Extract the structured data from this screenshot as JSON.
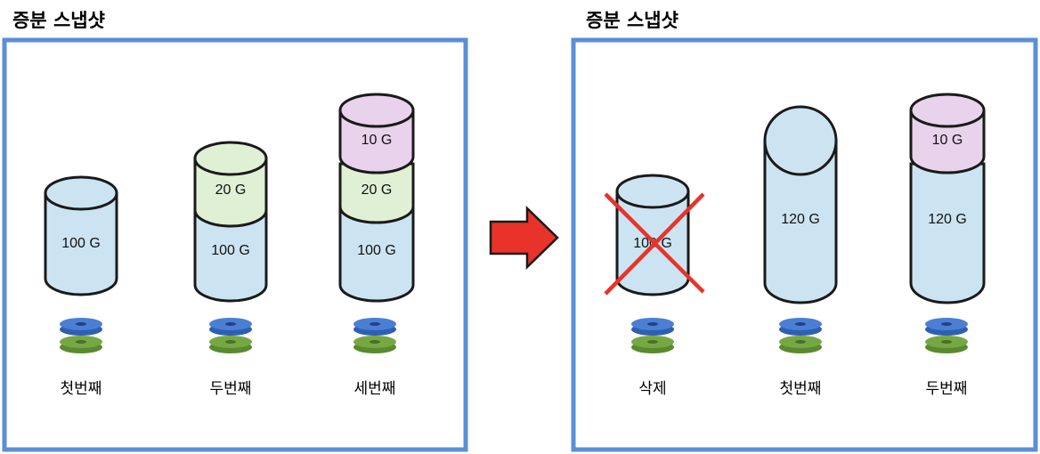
{
  "colors": {
    "frame": "#5b8fd6",
    "base_fill": "#cce4f2",
    "green_fill": "#dff0d5",
    "pink_fill": "#e9d2ec",
    "outline": "#1a1a1a",
    "arrow": "#e8332a",
    "cross": "#e8332a",
    "disk_blue": "#4a7fd4",
    "disk_green": "#75a843"
  },
  "left_panel": {
    "title": "증분 스냅샷",
    "snapshots": [
      {
        "caption": "첫번째",
        "segments": [
          "100 G"
        ]
      },
      {
        "caption": "두번째",
        "segments": [
          "100 G",
          "20 G"
        ]
      },
      {
        "caption": "세번째",
        "segments": [
          "100 G",
          "20 G",
          "10 G"
        ]
      }
    ]
  },
  "arrow_icon": "right-arrow-icon",
  "right_panel": {
    "title": "증분 스냅샷",
    "snapshots": [
      {
        "caption": "삭제",
        "segments": [
          "100 G"
        ],
        "deleted": true
      },
      {
        "caption": "첫번째",
        "segments": [
          "120 G"
        ]
      },
      {
        "caption": "두번째",
        "segments": [
          "120 G",
          "10 G"
        ]
      }
    ]
  }
}
